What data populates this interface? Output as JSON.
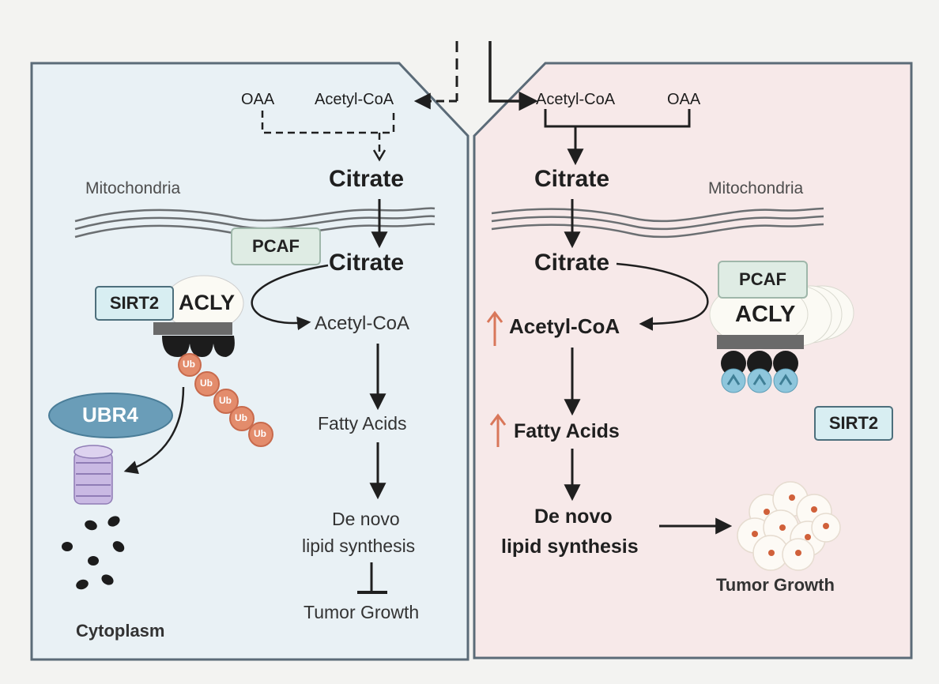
{
  "left_panel": {
    "oaa": "OAA",
    "acetyl_coa_top": "Acetyl-CoA",
    "citrate_mito": "Citrate",
    "mitochondria": "Mitochondria",
    "pcaf": "PCAF",
    "citrate_cyto": "Citrate",
    "sirt2": "SIRT2",
    "acly": "ACLY",
    "acetyl_coa": "Acetyl-CoA",
    "ubr4": "UBR4",
    "ub": "Ub",
    "fatty_acids": "Fatty Acids",
    "de_novo_line1": "De novo",
    "de_novo_line2": "lipid synthesis",
    "tumor_growth": "Tumor Growth",
    "cytoplasm": "Cytoplasm"
  },
  "right_panel": {
    "acetyl_coa_top": "Acetyl-CoA",
    "oaa": "OAA",
    "citrate_mito": "Citrate",
    "mitochondria": "Mitochondria",
    "citrate_cyto": "Citrate",
    "pcaf": "PCAF",
    "acly": "ACLY",
    "acetyl_coa": "Acetyl-CoA",
    "sirt2": "SIRT2",
    "fatty_acids": "Fatty Acids",
    "de_novo_line1": "De novo",
    "de_novo_line2": "lipid synthesis",
    "tumor_growth": "Tumor Growth"
  },
  "colors": {
    "left_bg": "#e9f1f5",
    "right_bg": "#f7e9e9",
    "border": "#5b6b78",
    "up_arrow": "#d9775a",
    "ub_bead": "#e38c6c",
    "ubr4": "#6a9db8",
    "proteasome": "#a996c9",
    "box_green": "#dfece4"
  }
}
